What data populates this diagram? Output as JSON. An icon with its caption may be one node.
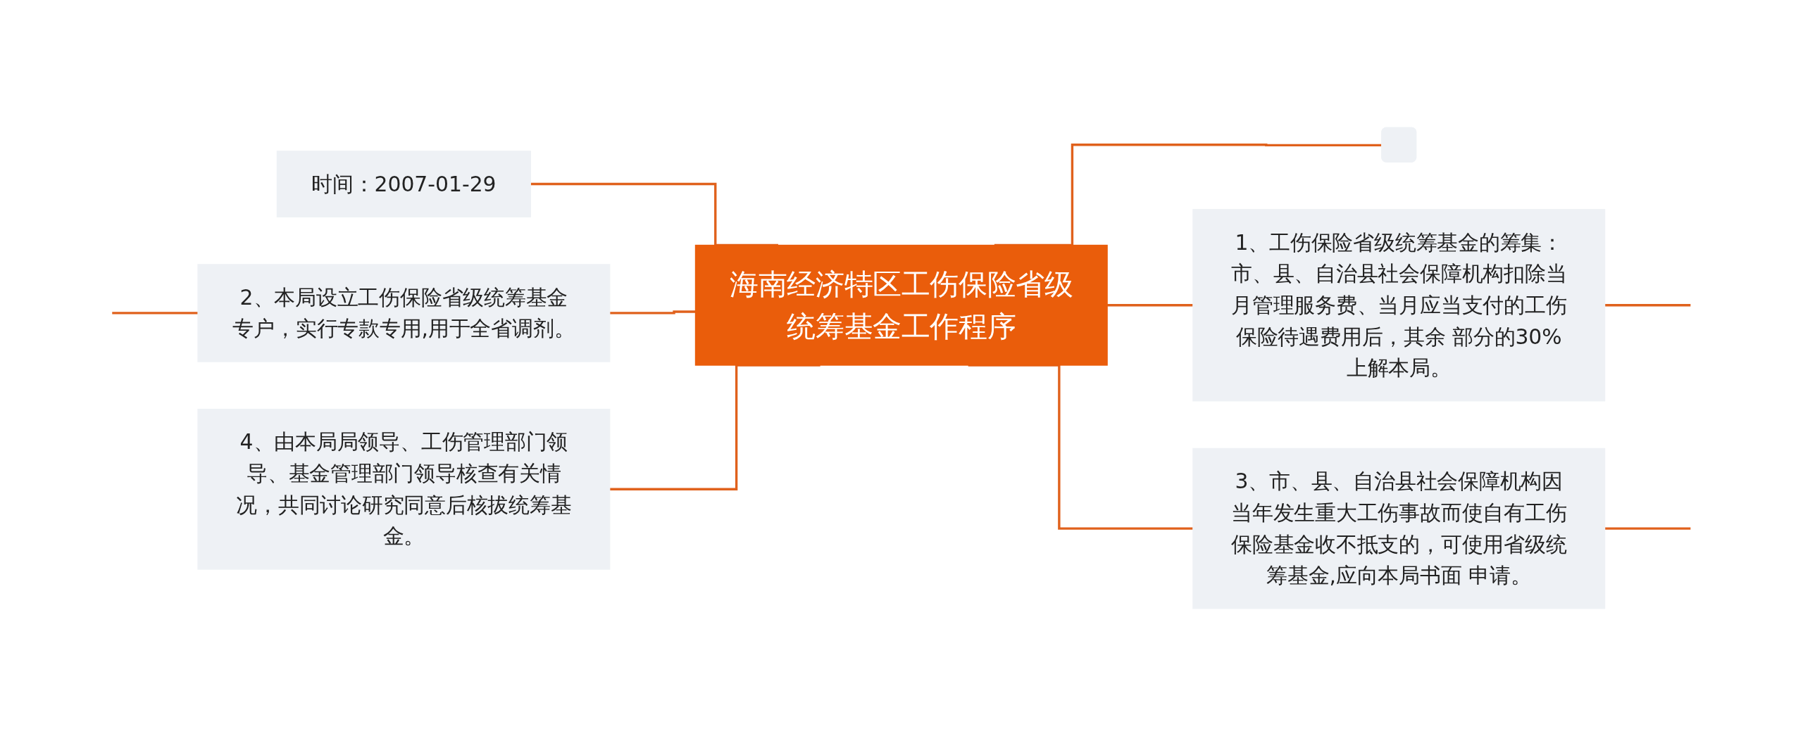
{
  "diagram": {
    "nodes": [
      {
        "text": [
          "海南经济特区工伤保险省级统筹基金工作程序"
        ]
      },
      {
        "text": [
          "时间：2007-01-29"
        ]
      },
      {
        "text": [
          "2、本局设立工伤保险省级统筹基金专户，实行专款专用,用于全省调剂。"
        ]
      },
      {
        "text": [
          "4、由本局局领导、工伤管理部门领导、基金管理部门领导核查有关情况，共同讨论研究同意后核拔统筹基金。"
        ]
      },
      {
        "text": [],
        "shape": "box"
      },
      {
        "text": [
          "1、工伤保险省级统筹基金的筹集：市、县、自治县社会保障机构扣除当月管理服务费、当月应当支付的工伤保险待遇费用后，其余 部分的30%上解本局。"
        ]
      },
      {
        "text": [
          "3、市、县、自治县社会保障机构因当年发生重大工伤事故而使自有工伤保险基金收不抵支的，可使用省级统筹基金,应向本局书面 申请。"
        ]
      }
    ],
    "edges": [
      {
        "from": 1,
        "to": 0,
        "arrow": "none"
      },
      {
        "from": 2,
        "to": 0,
        "arrow": "none"
      },
      {
        "from": 3,
        "to": 0,
        "arrow": "none"
      },
      {
        "from": 0,
        "to": 4,
        "arrow": "none"
      },
      {
        "from": 0,
        "to": 5,
        "arrow": "none"
      },
      {
        "from": 0,
        "to": 6,
        "arrow": "none"
      },
      {
        "from": null,
        "to": 2,
        "arrow": "none"
      },
      {
        "from": 5,
        "to": null,
        "arrow": "none"
      },
      {
        "from": 6,
        "to": null,
        "arrow": "none"
      }
    ]
  }
}
